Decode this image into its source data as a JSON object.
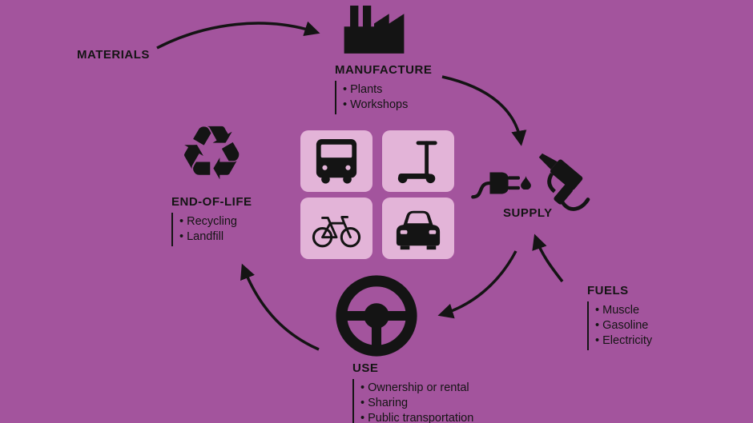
{
  "colors": {
    "bg": "#a3549d",
    "tile": "#e3b4d8",
    "ink": "#141414"
  },
  "labels": {
    "materials": "MATERIALS"
  },
  "nodes": {
    "manufacture": {
      "title": "MANUFACTURE",
      "items": [
        "Plants",
        "Workshops"
      ]
    },
    "supply": {
      "title": "SUPPLY"
    },
    "fuels": {
      "title": "FUELS",
      "items": [
        "Muscle",
        "Gasoline",
        "Electricity"
      ]
    },
    "use": {
      "title": "USE",
      "items": [
        "Ownership or rental",
        "Sharing",
        "Public transportation"
      ]
    },
    "end_of_life": {
      "title": "END-OF-LIFE",
      "items": [
        "Recycling",
        "Landfill"
      ]
    }
  },
  "icons": {
    "recycle_glyph": "♻",
    "names": [
      "factory-icon",
      "plug-icon",
      "fuel-nozzle-icon",
      "fuel-drop-icon",
      "steering-wheel-icon",
      "recycle-icon",
      "bus-icon",
      "scooter-icon",
      "bicycle-icon",
      "car-icon"
    ]
  }
}
